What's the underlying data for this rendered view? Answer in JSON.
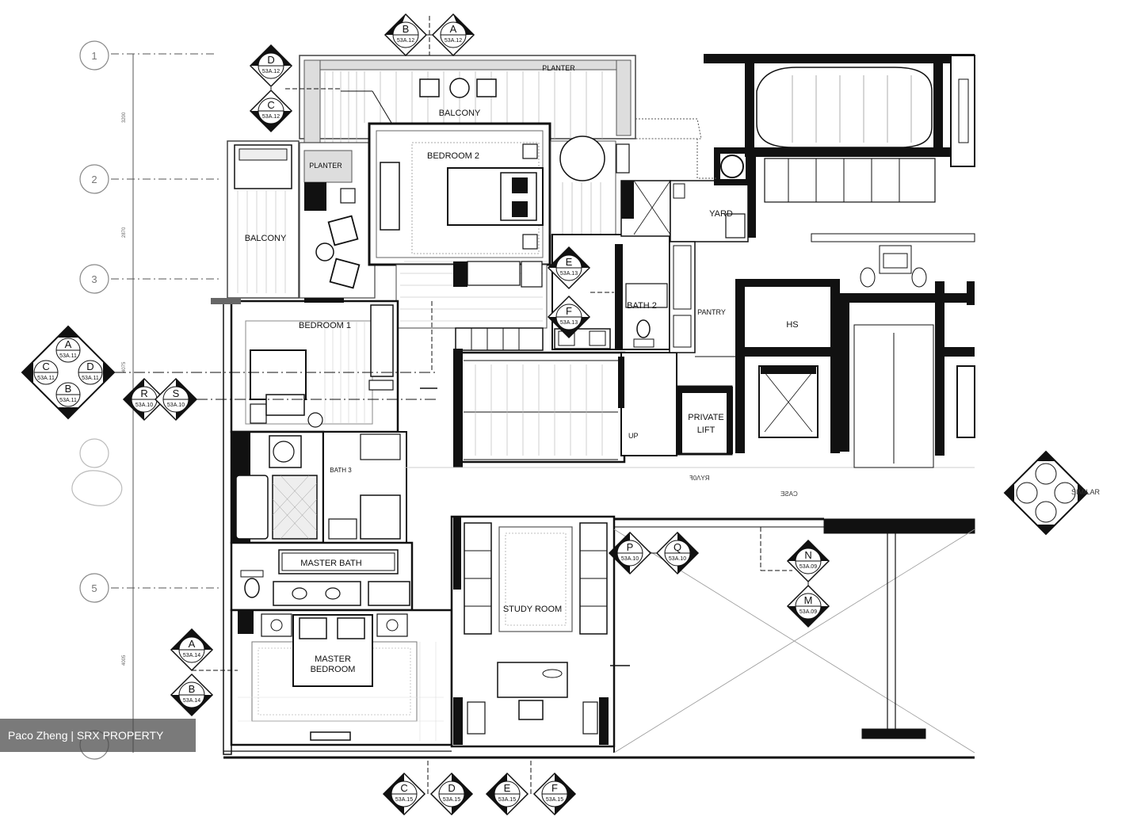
{
  "rooms": {
    "planter_top": "PLANTER",
    "planter_left": "PLANTER",
    "balcony_top": "BALCONY",
    "balcony_left": "BALCONY",
    "bedroom2": "BEDROOM 2",
    "bedroom1": "BEDROOM 1",
    "yard": "YARD",
    "bath2": "BATH 2",
    "pantry": "PANTRY",
    "hs": "HS",
    "private_lift_1": "PRIVATE",
    "private_lift_2": "LIFT",
    "master_bath": "MASTER BATH",
    "study_room": "STUDY ROOM",
    "master_bedroom_1": "MASTER",
    "master_bedroom_2": "BEDROOM",
    "up": "UP",
    "bath_small": "BATH 3"
  },
  "grid_markers": [
    "1",
    "2",
    "3",
    "",
    "5",
    ""
  ],
  "section_tags": [
    {
      "letter": "B",
      "ref": "53A.12"
    },
    {
      "letter": "A",
      "ref": "53A.12"
    },
    {
      "letter": "D",
      "ref": "53A.12"
    },
    {
      "letter": "C",
      "ref": "53A.12"
    },
    {
      "letter": "E",
      "ref": "53A.13"
    },
    {
      "letter": "F",
      "ref": "53A.13"
    },
    {
      "letter": "R",
      "ref": "53A.10"
    },
    {
      "letter": "S",
      "ref": "53A.10"
    },
    {
      "letter": "P",
      "ref": "53A.10"
    },
    {
      "letter": "Q",
      "ref": "53A.10"
    },
    {
      "letter": "N",
      "ref": "53A.09"
    },
    {
      "letter": "M",
      "ref": "53A.09"
    },
    {
      "letter": "A",
      "ref": "53A.14"
    },
    {
      "letter": "B",
      "ref": "53A.14"
    },
    {
      "letter": "C",
      "ref": "53A.15"
    },
    {
      "letter": "D",
      "ref": "53A.15"
    },
    {
      "letter": "E",
      "ref": "53A.15"
    },
    {
      "letter": "F",
      "ref": "53A.15"
    }
  ],
  "interior_elevation": {
    "top": {
      "letter": "A",
      "ref": "53A.11"
    },
    "left": {
      "letter": "C",
      "ref": "53A.11"
    },
    "right": {
      "letter": "D",
      "ref": "53A.11"
    },
    "bottom": {
      "letter": "B",
      "ref": "53A.11"
    }
  },
  "similar_label": "SIMILAR",
  "dimensions": [
    "3200",
    "2870",
    "4075",
    "4005"
  ],
  "watermark": "Paco Zheng | SRX PROPERTY"
}
